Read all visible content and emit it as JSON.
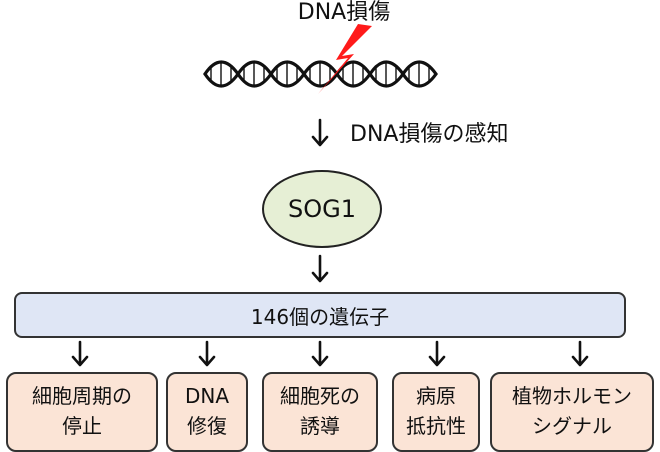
{
  "top_label": "DNA損傷",
  "sensing_label": "DNA損傷の感知",
  "central_node": "SOG1",
  "genes_bar": "146個の遺伝子",
  "outcomes": [
    {
      "line1": "細胞周期の",
      "line2": "停止"
    },
    {
      "line1": "DNA",
      "line2": "修復"
    },
    {
      "line1": "細胞死の",
      "line2": "誘導"
    },
    {
      "line1": "病原",
      "line2": "抵抗性"
    },
    {
      "line1": "植物ホルモン",
      "line2": "シグナル"
    }
  ],
  "colors": {
    "lightning": "#ff1a1a",
    "sog1_fill": "#e6efd5",
    "genes_fill": "#dfe6f5",
    "outcome_fill": "#fbe4d6"
  },
  "icons": [
    "dna-double-helix-icon",
    "lightning-bolt-icon"
  ]
}
